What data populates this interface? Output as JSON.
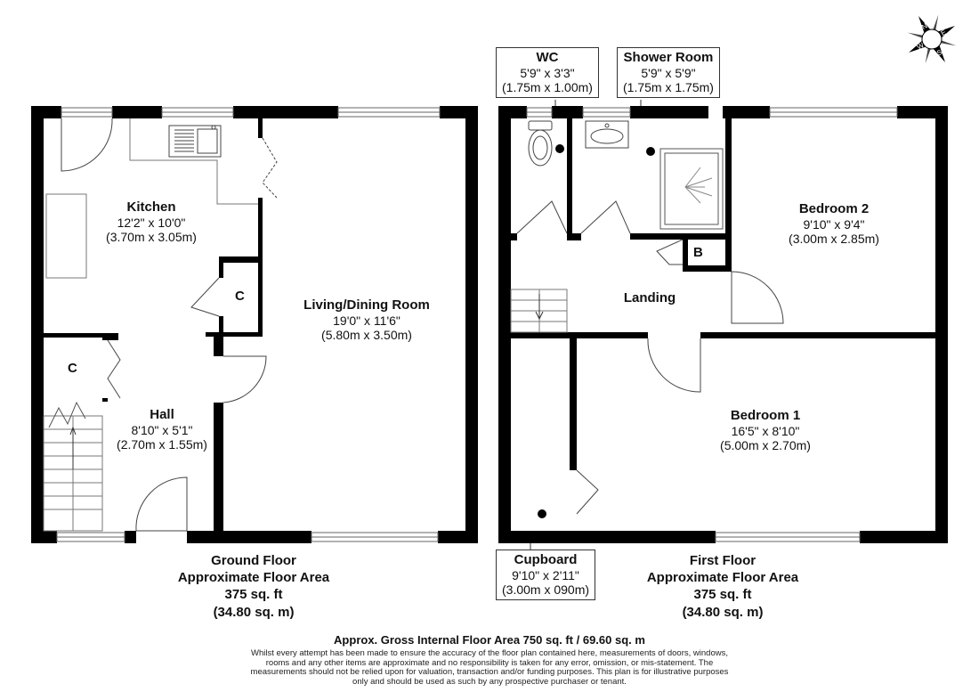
{
  "rooms": {
    "kitchen": {
      "name": "Kitchen",
      "imperial": "12'2\" x 10'0\"",
      "metric": "(3.70m x 3.05m)"
    },
    "living": {
      "name": "Living/Dining Room",
      "imperial": "19'0\" x 11'6\"",
      "metric": "(5.80m x 3.50m)"
    },
    "hall": {
      "name": "Hall",
      "imperial": "8'10\" x 5'1\"",
      "metric": "(2.70m x 1.55m)"
    },
    "wc": {
      "name": "WC",
      "imperial": "5'9\" x 3'3\"",
      "metric": "(1.75m x 1.00m)"
    },
    "shower": {
      "name": "Shower Room",
      "imperial": "5'9\" x 5'9\"",
      "metric": "(1.75m x 1.75m)"
    },
    "bedroom2": {
      "name": "Bedroom 2",
      "imperial": "9'10\" x 9'4\"",
      "metric": "(3.00m x 2.85m)"
    },
    "landing": {
      "name": "Landing"
    },
    "bedroom1": {
      "name": "Bedroom 1",
      "imperial": "16'5\" x 8'10\"",
      "metric": "(5.00m x 2.70m)"
    },
    "cupboard": {
      "name": "Cupboard",
      "imperial": "9'10\" x 2'11\"",
      "metric": "(3.00m x 090m)"
    }
  },
  "cupboard_marks": {
    "kitchen_c": "C",
    "hall_c": "C",
    "landing_b": "B"
  },
  "ground_floor": {
    "line1": "Ground Floor",
    "line2": "Approximate Floor Area",
    "line3": "375 sq. ft",
    "line4": "(34.80 sq. m)"
  },
  "first_floor": {
    "line1": "First Floor",
    "line2": "Approximate Floor Area",
    "line3": "375 sq. ft",
    "line4": "(34.80 sq. m)"
  },
  "gross_area": "Approx. Gross Internal Floor Area 750 sq. ft / 69.60 sq. m",
  "disclaimer": "Whilst every attempt has been made to ensure the accuracy of the floor plan contained here, measurements of doors, windows, rooms and any other items are approximate and no responsibility is taken for any error, omission, or mis-statement. The measurements should not be relied upon for valuation, transaction and/or funding purposes. This plan is for illustrative purposes only and should be used as such by any prospective purchaser or tenant.",
  "compass": {
    "icon": "compass-rose-icon",
    "letters": [
      "N",
      "E",
      "S",
      "W"
    ]
  },
  "colors": {
    "wall": "#000000",
    "fixture": "#777777",
    "background": "#ffffff"
  }
}
